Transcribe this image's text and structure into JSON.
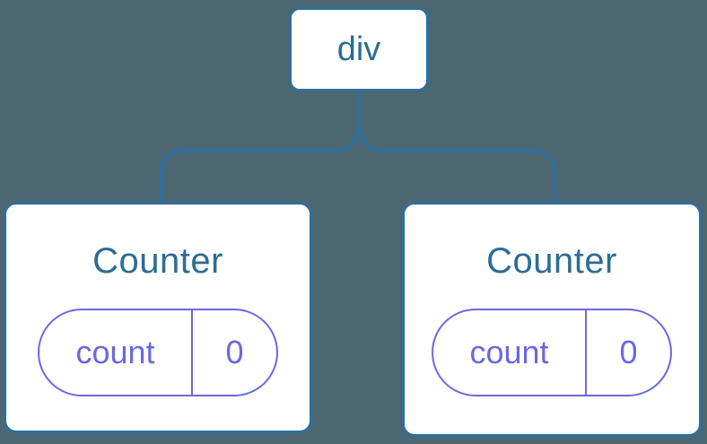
{
  "colors": {
    "bg": "#4C6771",
    "line": "#2E6F9E",
    "node-bg": "#FFFFFF",
    "label": "#2B6D94",
    "purple": "#6A68E2"
  },
  "tree": {
    "root": {
      "label": "div"
    },
    "children": [
      {
        "title": "Counter",
        "state": {
          "key": "count",
          "value": "0"
        }
      },
      {
        "title": "Counter",
        "state": {
          "key": "count",
          "value": "0"
        }
      }
    ]
  }
}
